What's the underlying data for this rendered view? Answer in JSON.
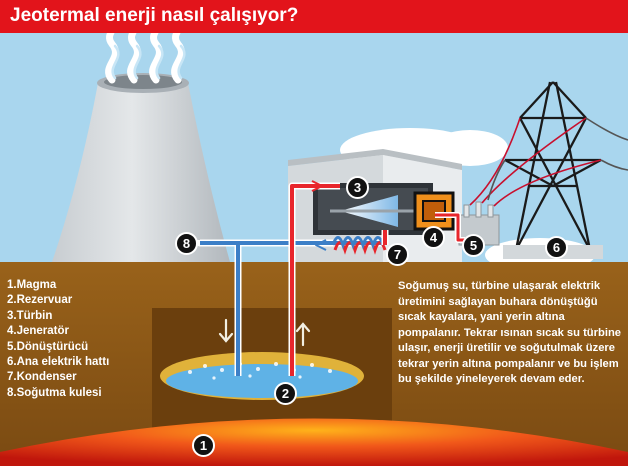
{
  "header": {
    "title": "Jeotermal enerji nasıl çalışıyor?"
  },
  "legend": {
    "items": [
      "1.Magma",
      "2.Rezervuar",
      "3.Türbin",
      "4.Jeneratör",
      "5.Dönüştürücü",
      "6.Ana elektrik hattı",
      "7.Kondenser",
      "8.Soğutma kulesi"
    ]
  },
  "description": "Soğumuş su, türbine ulaşarak elektrik üretimini sağlayan buhara dönüştüğü sıcak kayalara, yani yerin altına pompalanır. Tekrar ısınan sıcak su türbine ulaşır, enerji üretilir ve soğutulmak üzere tekrar yerin altına pompalanır ve bu işlem bu şekilde yineleyerek devam eder.",
  "markers": [
    "1",
    "2",
    "3",
    "4",
    "5",
    "6",
    "7",
    "8"
  ],
  "colors": {
    "banner": "#e2141b",
    "sky": "#a9d6ee",
    "ground": "#8a5716",
    "hot_pipe": "#e8262c",
    "cold_pipe": "#3c7fc7",
    "magma": "#e8380f"
  }
}
